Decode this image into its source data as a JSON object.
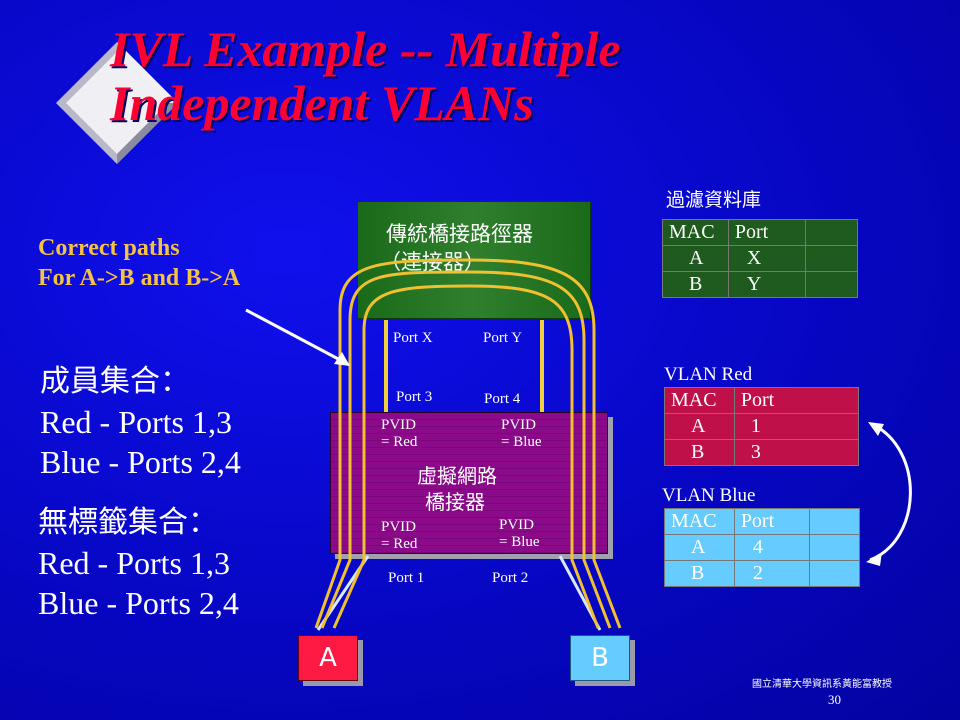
{
  "title_line1": "IVL Example -- Multiple",
  "title_line2": "Independent VLANs",
  "correct_paths": {
    "line1": "Correct paths",
    "line2": "For A->B and B->A"
  },
  "member_set": {
    "heading": "成員集合：",
    "red": "Red - Ports 1,3",
    "blue": "Blue - Ports 2,4"
  },
  "untagged_set": {
    "heading": "無標籤集合：",
    "red": "Red - Ports 1,3",
    "blue": "Blue - Ports 2,4"
  },
  "legacy_bridge": {
    "line1": "傳統橋接路徑器",
    "line2": "（連接器）"
  },
  "port_x": "Port X",
  "port_y": "Port Y",
  "port_3": "Port 3",
  "port_4": "Port 4",
  "port_1": "Port 1",
  "port_2": "Port 2",
  "virtual_bridge": {
    "line1": "虛擬網路",
    "line2": "橋接器",
    "pvid_tl": [
      "PVID",
      "= Red"
    ],
    "pvid_tr": [
      "PVID",
      "= Blue"
    ],
    "pvid_bl": [
      "PVID",
      "= Red"
    ],
    "pvid_br": [
      "PVID",
      "= Blue"
    ]
  },
  "node_a": "A",
  "node_b": "B",
  "filter_db": {
    "heading": "過濾資料庫",
    "header": [
      "MAC",
      "Port"
    ],
    "rows": [
      [
        "A",
        "X"
      ],
      [
        "B",
        "Y"
      ]
    ]
  },
  "vlan_red": {
    "heading": "VLAN Red",
    "header": [
      "MAC",
      "Port"
    ],
    "rows": [
      [
        "A",
        "1"
      ],
      [
        "B",
        "3"
      ]
    ]
  },
  "vlan_blue": {
    "heading": "VLAN Blue",
    "header": [
      "MAC",
      "Port"
    ],
    "rows": [
      [
        "A",
        "4"
      ],
      [
        "B",
        "2"
      ]
    ]
  },
  "footer": {
    "institution": "國立清華大學資訊系黃能富教授",
    "page": "30"
  },
  "colors": {
    "title": "#ff0033",
    "gold": "#f5c242",
    "filter_table": "#1f5a1f",
    "red_table": "#c0104a",
    "blue_table": "#66ccff",
    "virtual_bridge": "#8a0a8a"
  }
}
